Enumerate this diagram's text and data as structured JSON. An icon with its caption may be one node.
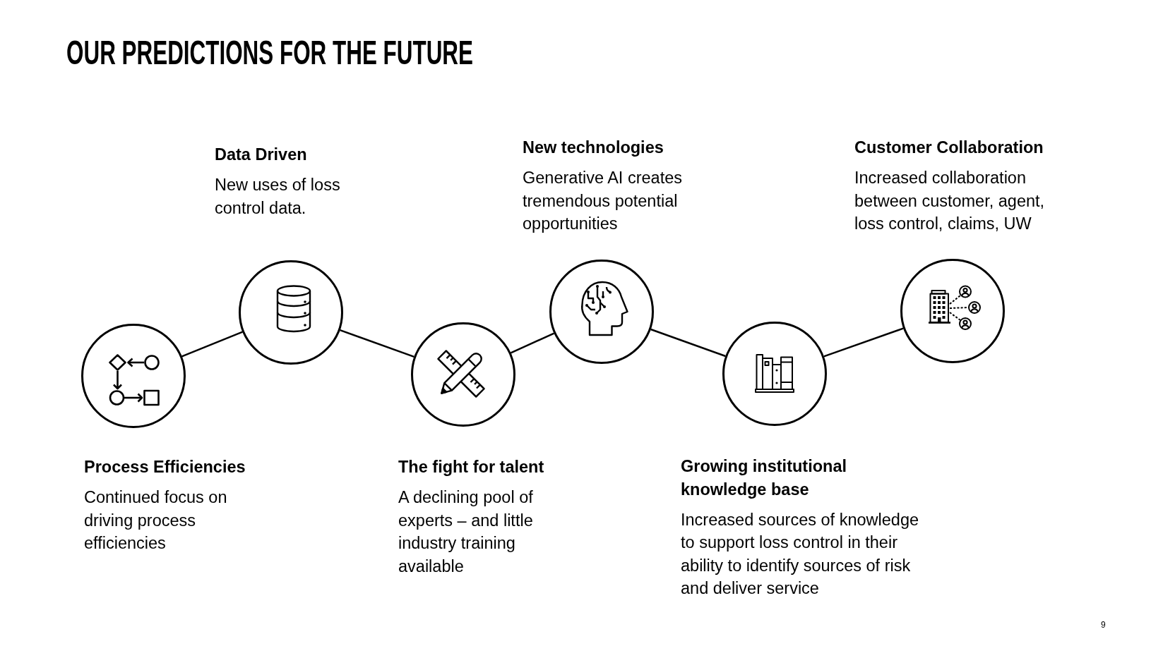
{
  "diagram": {
    "title": "OUR PREDICTIONS FOR THE FUTURE",
    "nodes": [
      {
        "text": [],
        "shape": "circle",
        "beside": [
          "Process Efficiencies",
          "Continued focus on driving process efficiencies"
        ]
      },
      {
        "text": [],
        "shape": "circle",
        "beside": [
          "Data Driven",
          "New uses of loss control data."
        ]
      },
      {
        "text": [],
        "shape": "circle",
        "beside": [
          "The fight for talent",
          "A declining pool of experts – and little industry training available"
        ]
      },
      {
        "text": [],
        "shape": "circle",
        "beside": [
          "New technologies",
          "Generative AI creates tremendous potential opportunities"
        ]
      },
      {
        "text": [],
        "shape": "circle",
        "beside": [
          "Growing institutional knowledge base",
          "Increased sources of knowledge to support loss control in their ability to identify sources of risk and deliver service"
        ]
      },
      {
        "text": [],
        "shape": "circle",
        "beside": [
          "Customer Collaboration",
          "Increased collaboration between customer, agent, loss control, claims, UW"
        ]
      }
    ],
    "edges": [
      {
        "from": 0,
        "to": 1,
        "arrow": "none"
      },
      {
        "from": 1,
        "to": 2,
        "arrow": "none"
      },
      {
        "from": 2,
        "to": 3,
        "arrow": "none"
      },
      {
        "from": 3,
        "to": 4,
        "arrow": "none"
      },
      {
        "from": 4,
        "to": 5,
        "arrow": "none"
      }
    ],
    "labels": [
      "9"
    ]
  }
}
